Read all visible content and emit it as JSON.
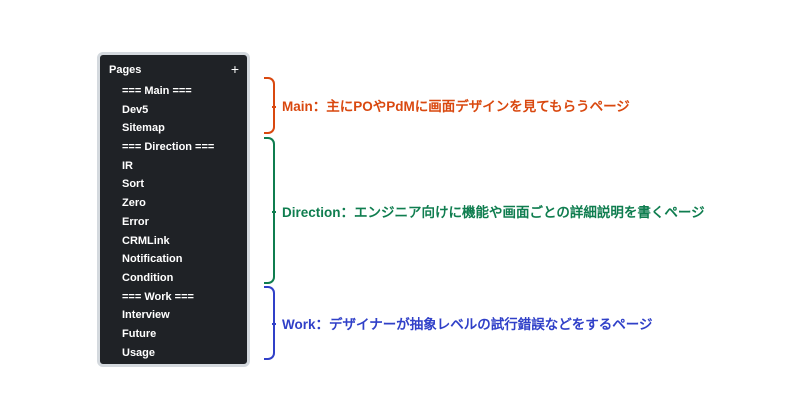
{
  "panel": {
    "title": "Pages",
    "add_icon": "+",
    "items": [
      "=== Main ===",
      "Dev5",
      "Sitemap",
      "=== Direction ===",
      "IR",
      "Sort",
      "Zero",
      "Error",
      "CRMLink",
      "Notification",
      "Condition",
      "=== Work ===",
      "Interview",
      "Future",
      "Usage"
    ]
  },
  "annotations": [
    {
      "text": "Main：主にPOやPdMに画面デザインを見てもらうページ",
      "color": "#d9480f"
    },
    {
      "text": "Direction：エンジニア向けに機能や画面ごとの詳細説明を書くページ",
      "color": "#0f7d4f"
    },
    {
      "text": "Work：デザイナーが抽象レベルの試行錯誤などをするページ",
      "color": "#3040c8"
    }
  ]
}
